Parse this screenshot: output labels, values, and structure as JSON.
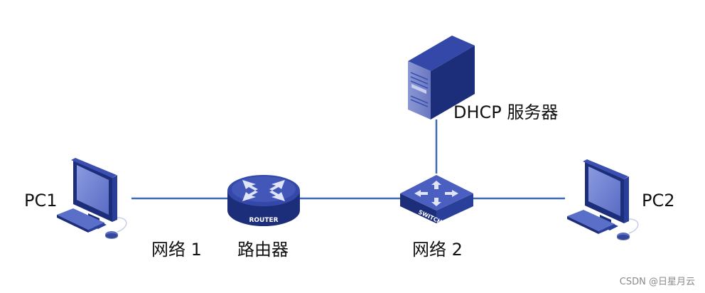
{
  "diagram": {
    "nodes": {
      "pc1": {
        "label": "PC1"
      },
      "pc2": {
        "label": "PC2"
      },
      "router": {
        "label": "路由器",
        "badge": "ROUTER"
      },
      "switch": {
        "badge": "SWITCH"
      },
      "server": {
        "label": "DHCP 服务器"
      }
    },
    "networks": {
      "network1": "网络 1",
      "network2": "网络 2"
    },
    "colors": {
      "device_dark": "#1c2d7a",
      "device_mid": "#2a3f9a",
      "device_light": "#5a6fc8",
      "link": "#3d6ab4"
    }
  },
  "watermark": "CSDN @日星月云"
}
